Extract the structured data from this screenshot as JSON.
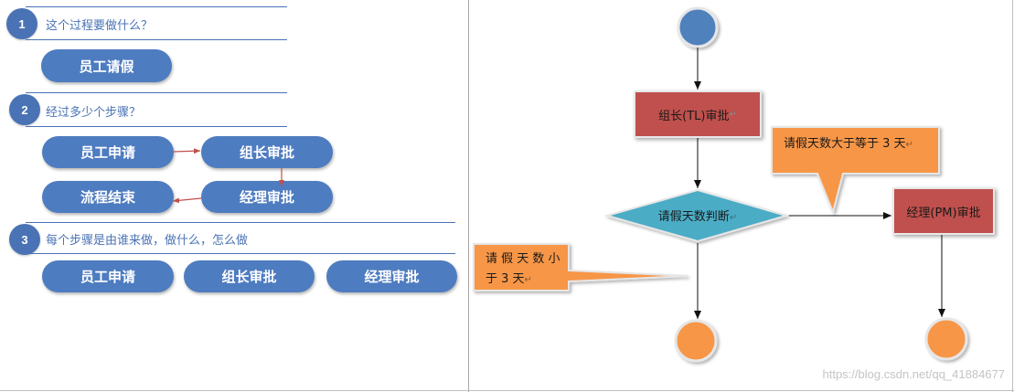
{
  "left": {
    "q1": {
      "num": "1",
      "text": "这个过程要做什么？"
    },
    "q1_answer": "员工请假",
    "q2": {
      "num": "2",
      "text": "经过多少个步骤？"
    },
    "q2_steps": {
      "a": "员工申请",
      "b": "组长审批",
      "c": "经理审批",
      "d": "流程结束"
    },
    "q3": {
      "num": "3",
      "text": "每个步骤是由谁来做，做什么，怎么做"
    },
    "q3_roles": [
      "员工申请",
      "组长审批",
      "经理审批"
    ]
  },
  "right": {
    "tl_node": "组长(TL)审批",
    "decision": "请假天数判断",
    "pm_node": "经理(PM)审批",
    "callout_ge": "请假天数大于等于 3 天",
    "callout_lt_line1": "请 假 天 数 小",
    "callout_lt_line2": "于 3 天",
    "return_mark": "↵"
  },
  "watermark": "https://blog.csdn.net/qq_41884677",
  "colors": {
    "blue": "#4e7cc0",
    "red": "#c0504d",
    "teal": "#4bacc6",
    "orange": "#f79646",
    "start_blue": "#4f81bd"
  }
}
